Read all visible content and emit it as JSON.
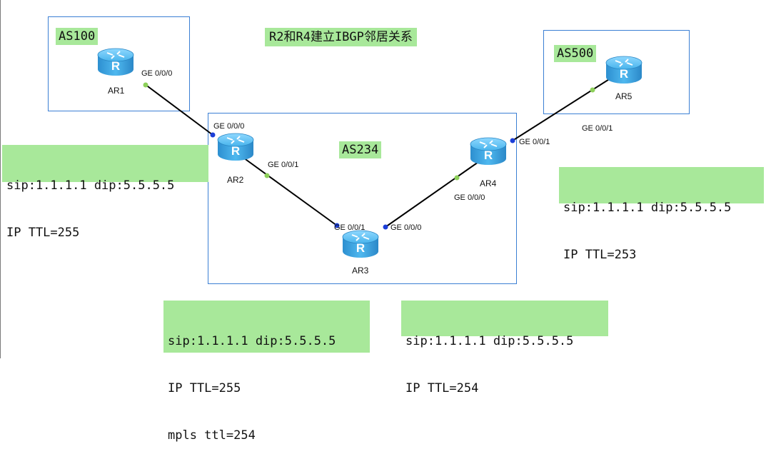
{
  "title": "R2和R4建立IBGP邻居关系",
  "as_areas": [
    {
      "id": "as100",
      "label": "AS100"
    },
    {
      "id": "as234",
      "label": "AS234"
    },
    {
      "id": "as500",
      "label": "AS500"
    }
  ],
  "routers": [
    {
      "id": "ar1",
      "name": "AR1"
    },
    {
      "id": "ar2",
      "name": "AR2"
    },
    {
      "id": "ar3",
      "name": "AR3"
    },
    {
      "id": "ar4",
      "name": "AR4"
    },
    {
      "id": "ar5",
      "name": "AR5"
    }
  ],
  "interfaces": {
    "ar1_ge000": "GE 0/0/0",
    "ar2_ge000": "GE 0/0/0",
    "ar2_ge001": "GE 0/0/1",
    "ar3_ge001": "GE 0/0/1",
    "ar3_ge000": "GE 0/0/0",
    "ar4_ge000": "GE 0/0/0",
    "ar4_ge001": "GE 0/0/1",
    "ar5_ge001": "GE 0/0/1"
  },
  "packet_infos": [
    {
      "id": "near-ar2",
      "lines": [
        "sip:1.1.1.1 dip:5.5.5.5",
        "IP TTL=255"
      ]
    },
    {
      "id": "near-ar5",
      "lines": [
        "sip:1.1.1.1 dip:5.5.5.5",
        "IP TTL=253"
      ]
    },
    {
      "id": "bottom-left",
      "lines": [
        "sip:1.1.1.1 dip:5.5.5.5",
        "IP TTL=255",
        "mpls ttl=254"
      ]
    },
    {
      "id": "bottom-right",
      "lines": [
        "sip:1.1.1.1 dip:5.5.5.5",
        "IP TTL=254"
      ]
    }
  ],
  "colors": {
    "router_body": "#3aa8e6",
    "label_bg": "#a8e89a",
    "as_border": "#3b7fd4",
    "port_dot_blue": "#1c3fd8",
    "port_dot_green": "#8dd05a",
    "link": "#000000"
  }
}
